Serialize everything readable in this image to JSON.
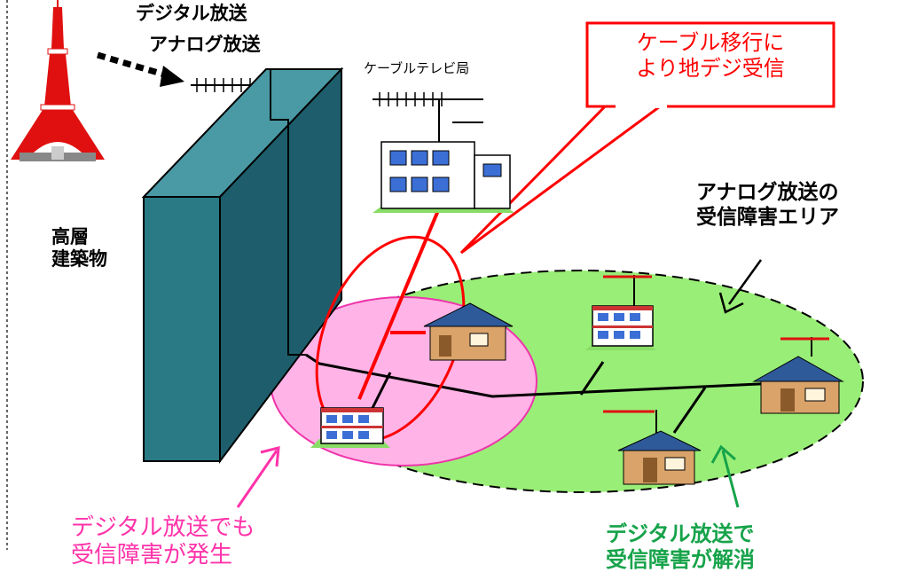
{
  "labels": {
    "broadcast_digital": "デジタル放送",
    "broadcast_analog": "アナログ放送",
    "cable_station": "ケーブルテレビ局",
    "callout_line1": "ケーブル移行に",
    "callout_line2": "より地デジ受信",
    "highrise_line1": "高層",
    "highrise_line2": "建築物",
    "analog_area_line1": "アナログ放送の",
    "analog_area_line2": "受信障害エリア",
    "digital_still_line1": "デジタル放送でも",
    "digital_still_line2": "受信障害が発生",
    "digital_resolved_line1": "デジタル放送で",
    "digital_resolved_line2": "受信障害が解消"
  },
  "colors": {
    "callout_red": "#ff0000",
    "pink_area": "#ffb3e6",
    "green_area": "#99ee77",
    "building": "#2a7a86",
    "tower_red": "#e01010",
    "pink_text": "#ff33aa",
    "green_text": "#16a34a"
  }
}
